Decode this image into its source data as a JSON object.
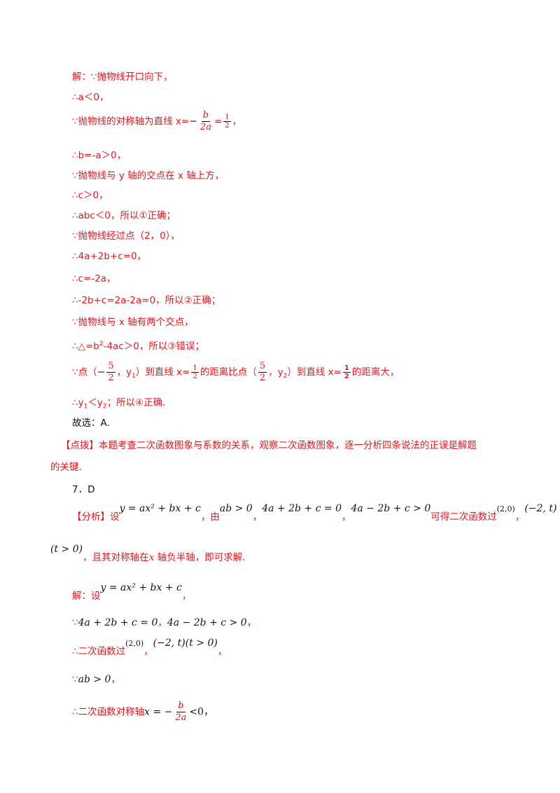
{
  "l1": "解：∵抛物线开口向下，",
  "l2": "∴a＜0，",
  "l3": {
    "pre": "∵抛物线的对称轴为直线 x=",
    "minus": "−",
    "fnum": "b",
    "fden": "2a",
    "eq": "=",
    "hnum": "1",
    "hden": "2",
    "post": "，"
  },
  "l4": "∴b=-a＞0，",
  "l5": "∵抛物线与 y 轴的交点在 x 轴上方，",
  "l6": "∴c＞0，",
  "l7": "∴abc＜0，所以①正确；",
  "l8": "∵抛物线经过点（2，0），",
  "l9": "∴4a+2b+c=0，",
  "l10": "∴c=-2a，",
  "l11": "∴-2b+c=2a-2a=0，所以②正确；",
  "l12": "∵抛物线与 x 轴有两个交点，",
  "l13": {
    "pre": "∴△=b",
    "sup": "2",
    "post": "-4ac＞0，所以③错误；"
  },
  "l14": {
    "a": "∵点（",
    "neg": "−",
    "f1n": "5",
    "f1d": "2",
    "b": "，y",
    "s1": "1",
    "c": "）到直线 x=",
    "f2n": "1",
    "f2d": "2",
    "d": "的距离比点（",
    "f3n": "5",
    "f3d": "2",
    "e": "，y",
    "s2": "2",
    "f": "）到直线 x=",
    "f4n": "1",
    "f4d": "2",
    "g": "的距离大，"
  },
  "l15": {
    "a": "∴y",
    "s1": "1",
    "b": "＜y",
    "s2": "2",
    "c": "；所以④正确."
  },
  "l16": "故选：A.",
  "l17": "【点拨】本题考查二次函数图象与系数的关系，观察二次函数图象，逐一分析四条说法的正误是解题",
  "l18": "的关键.",
  "l19": "7．D",
  "l20": {
    "a": "【分析】设",
    "eq1": "y = ax² + bx + c",
    "b": "，由",
    "eq2": "ab > 0",
    "c": "，",
    "eq3": "4a + 2b + c = 0",
    "d": "，",
    "eq4": "4a − 2b + c > 0",
    "e": "可得二次函数过",
    "eq5": "(2,0)",
    "f": "，",
    "eq6": "(−2, t)"
  },
  "l21": {
    "eq": "(t > 0)",
    "a": "，且其对称轴在",
    "x": "x",
    "b": " 轴负半轴，即可求解."
  },
  "l22": {
    "a": "解：设",
    "eq": "y = ax² + bx + c",
    "b": "，"
  },
  "l23": {
    "a": "∵",
    "eq1": "4a + 2b + c = 0",
    "b": "，",
    "eq2": "4a − 2b + c > 0",
    "c": "，"
  },
  "l24": {
    "a": "∴二次函数过",
    "eq1": "(2,0)",
    "b": "，",
    "eq2": "(−2, t)",
    "eq3": "(t > 0)",
    "c": "，"
  },
  "l25": {
    "a": "∵",
    "eq": "ab > 0",
    "b": "，"
  },
  "l26": {
    "a": "∴二次函数对称轴",
    "x": "x = −",
    "fn": "b",
    "fd": "2a",
    "b": "<0，"
  }
}
